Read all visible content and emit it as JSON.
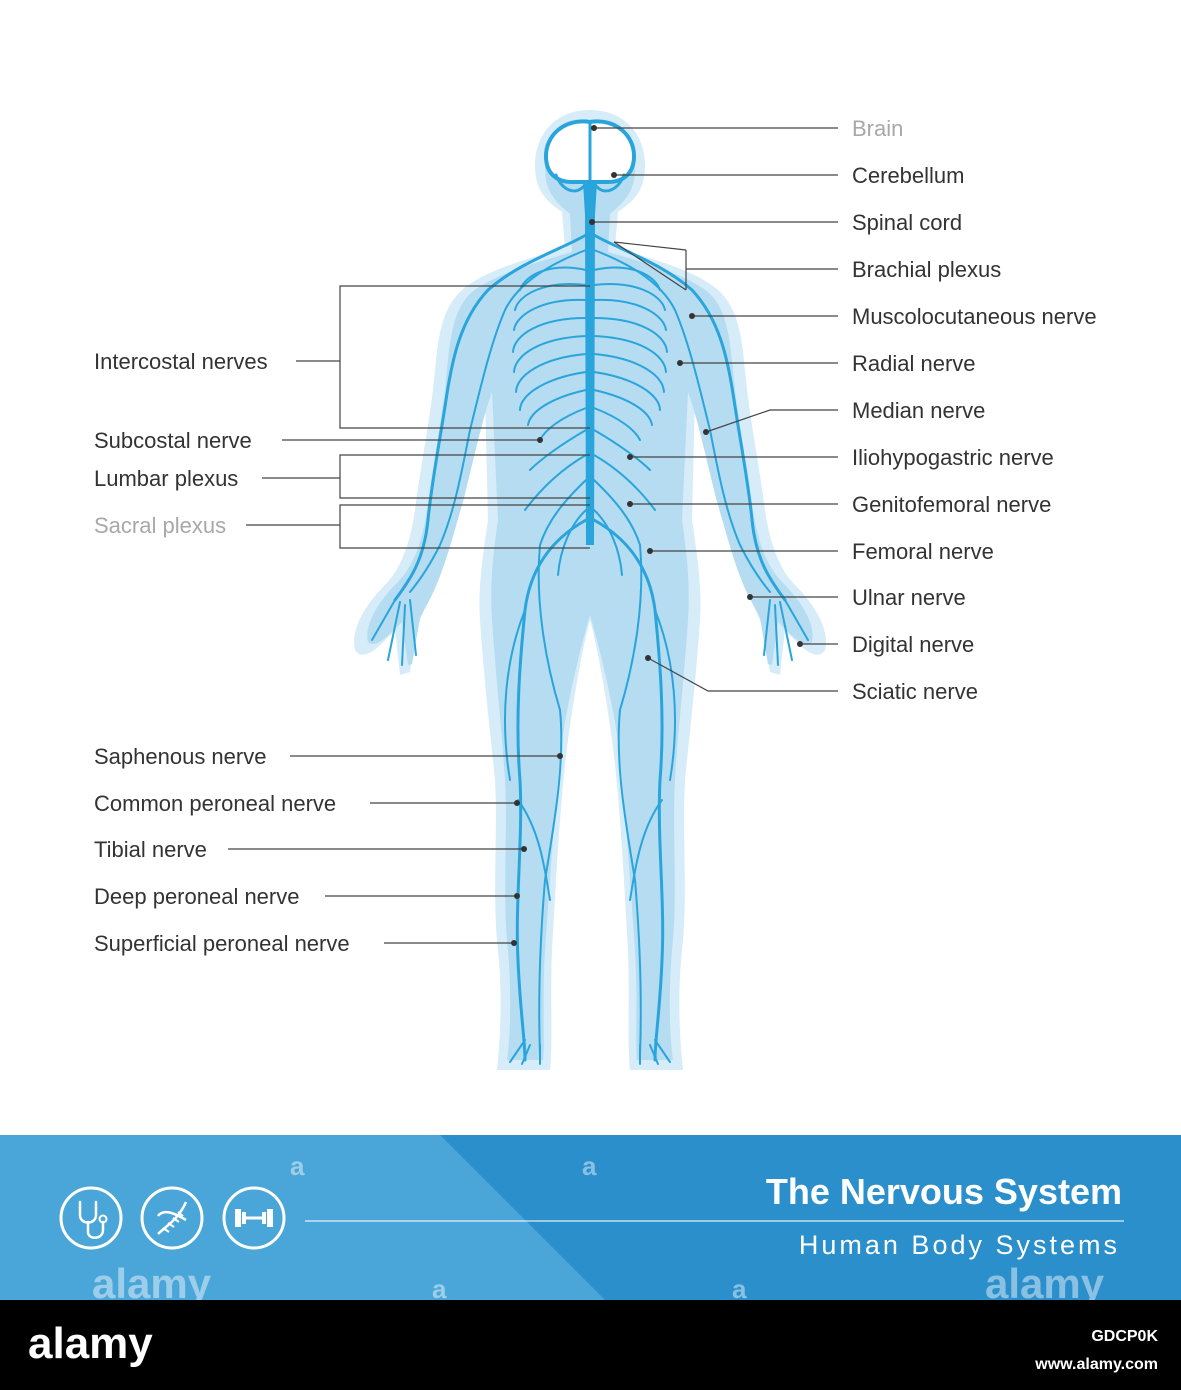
{
  "labels_right": [
    {
      "name": "label-brain",
      "text": "Brain",
      "faint": true
    },
    {
      "name": "label-cerebellum",
      "text": "Cerebellum"
    },
    {
      "name": "label-spinal-cord",
      "text": "Spinal cord"
    },
    {
      "name": "label-brachial-plexus",
      "text": "Brachial plexus"
    },
    {
      "name": "label-muscolocutaneous-nerve",
      "text": "Muscolocutaneous nerve"
    },
    {
      "name": "label-radial-nerve",
      "text": "Radial nerve"
    },
    {
      "name": "label-median-nerve",
      "text": "Median nerve"
    },
    {
      "name": "label-iliohypogastric-nerve",
      "text": "Iliohypogastric nerve"
    },
    {
      "name": "label-genitofemoral-nerve",
      "text": "Genitofemoral nerve"
    },
    {
      "name": "label-femoral-nerve",
      "text": "Femoral nerve"
    },
    {
      "name": "label-ulnar-nerve",
      "text": "Ulnar nerve"
    },
    {
      "name": "label-digital-nerve",
      "text": "Digital nerve"
    },
    {
      "name": "label-sciatic-nerve",
      "text": "Sciatic nerve"
    }
  ],
  "labels_left": [
    {
      "name": "label-intercostal-nerves",
      "text": "Intercostal nerves"
    },
    {
      "name": "label-subcostal-nerve",
      "text": "Subcostal nerve"
    },
    {
      "name": "label-lumbar-plexus",
      "text": "Lumbar plexus"
    },
    {
      "name": "label-sacral-plexus",
      "text": "Sacral plexus",
      "faint": true
    },
    {
      "name": "label-saphenous-nerve",
      "text": "Saphenous nerve"
    },
    {
      "name": "label-common-peroneal-nerve",
      "text": "Common peroneal nerve"
    },
    {
      "name": "label-tibial-nerve",
      "text": "Tibial nerve"
    },
    {
      "name": "label-deep-peroneal-nerve",
      "text": "Deep peroneal nerve"
    },
    {
      "name": "label-superficial-peroneal-nerve",
      "text": "Superficial peroneal nerve"
    }
  ],
  "banner": {
    "title": "The Nervous System",
    "subtitle": "Human Body Systems"
  },
  "icons": [
    "stethoscope-icon",
    "dna-icon",
    "dumbbell-icon"
  ],
  "footer": {
    "brand": "alamy",
    "image_id": "GDCP0K",
    "url": "www.alamy.com"
  },
  "watermark": {
    "text": "alamy",
    "letter": "a"
  },
  "colors": {
    "nerve": "#2aa5dc",
    "body": "#b9dff3",
    "body_outline": "#d6ecf8",
    "banner_left": "#4aa6d8",
    "banner_right": "#2a8fcb",
    "footer": "#000000"
  }
}
